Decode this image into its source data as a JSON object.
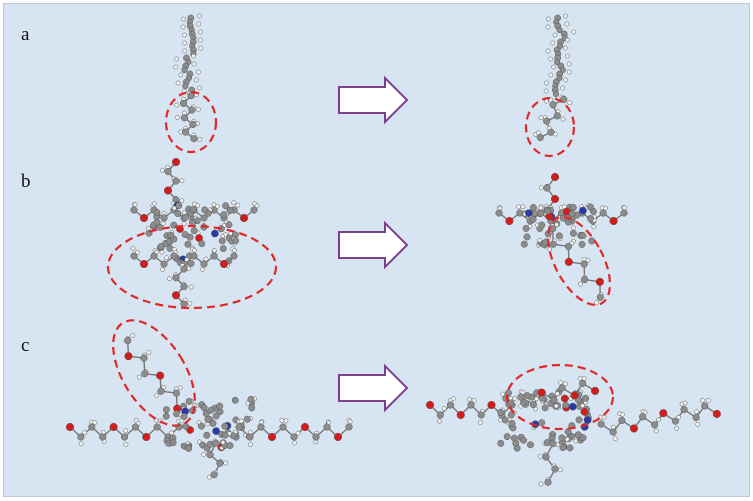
{
  "panels": [
    {
      "label": "a"
    },
    {
      "label": "b"
    },
    {
      "label": "c"
    }
  ],
  "colors": {
    "background": "#d7e4f2",
    "carbon": "#8c8c8c",
    "hydrogen": "#f2f2f2",
    "oxygen": "#d41c1c",
    "nitrogen": "#2a3aa8",
    "highlight_ellipse": "#e02828",
    "arrow": "#7b3f8c"
  },
  "icons": {
    "transition": "right-arrow-icon",
    "highlight": "dashed-ellipse"
  }
}
